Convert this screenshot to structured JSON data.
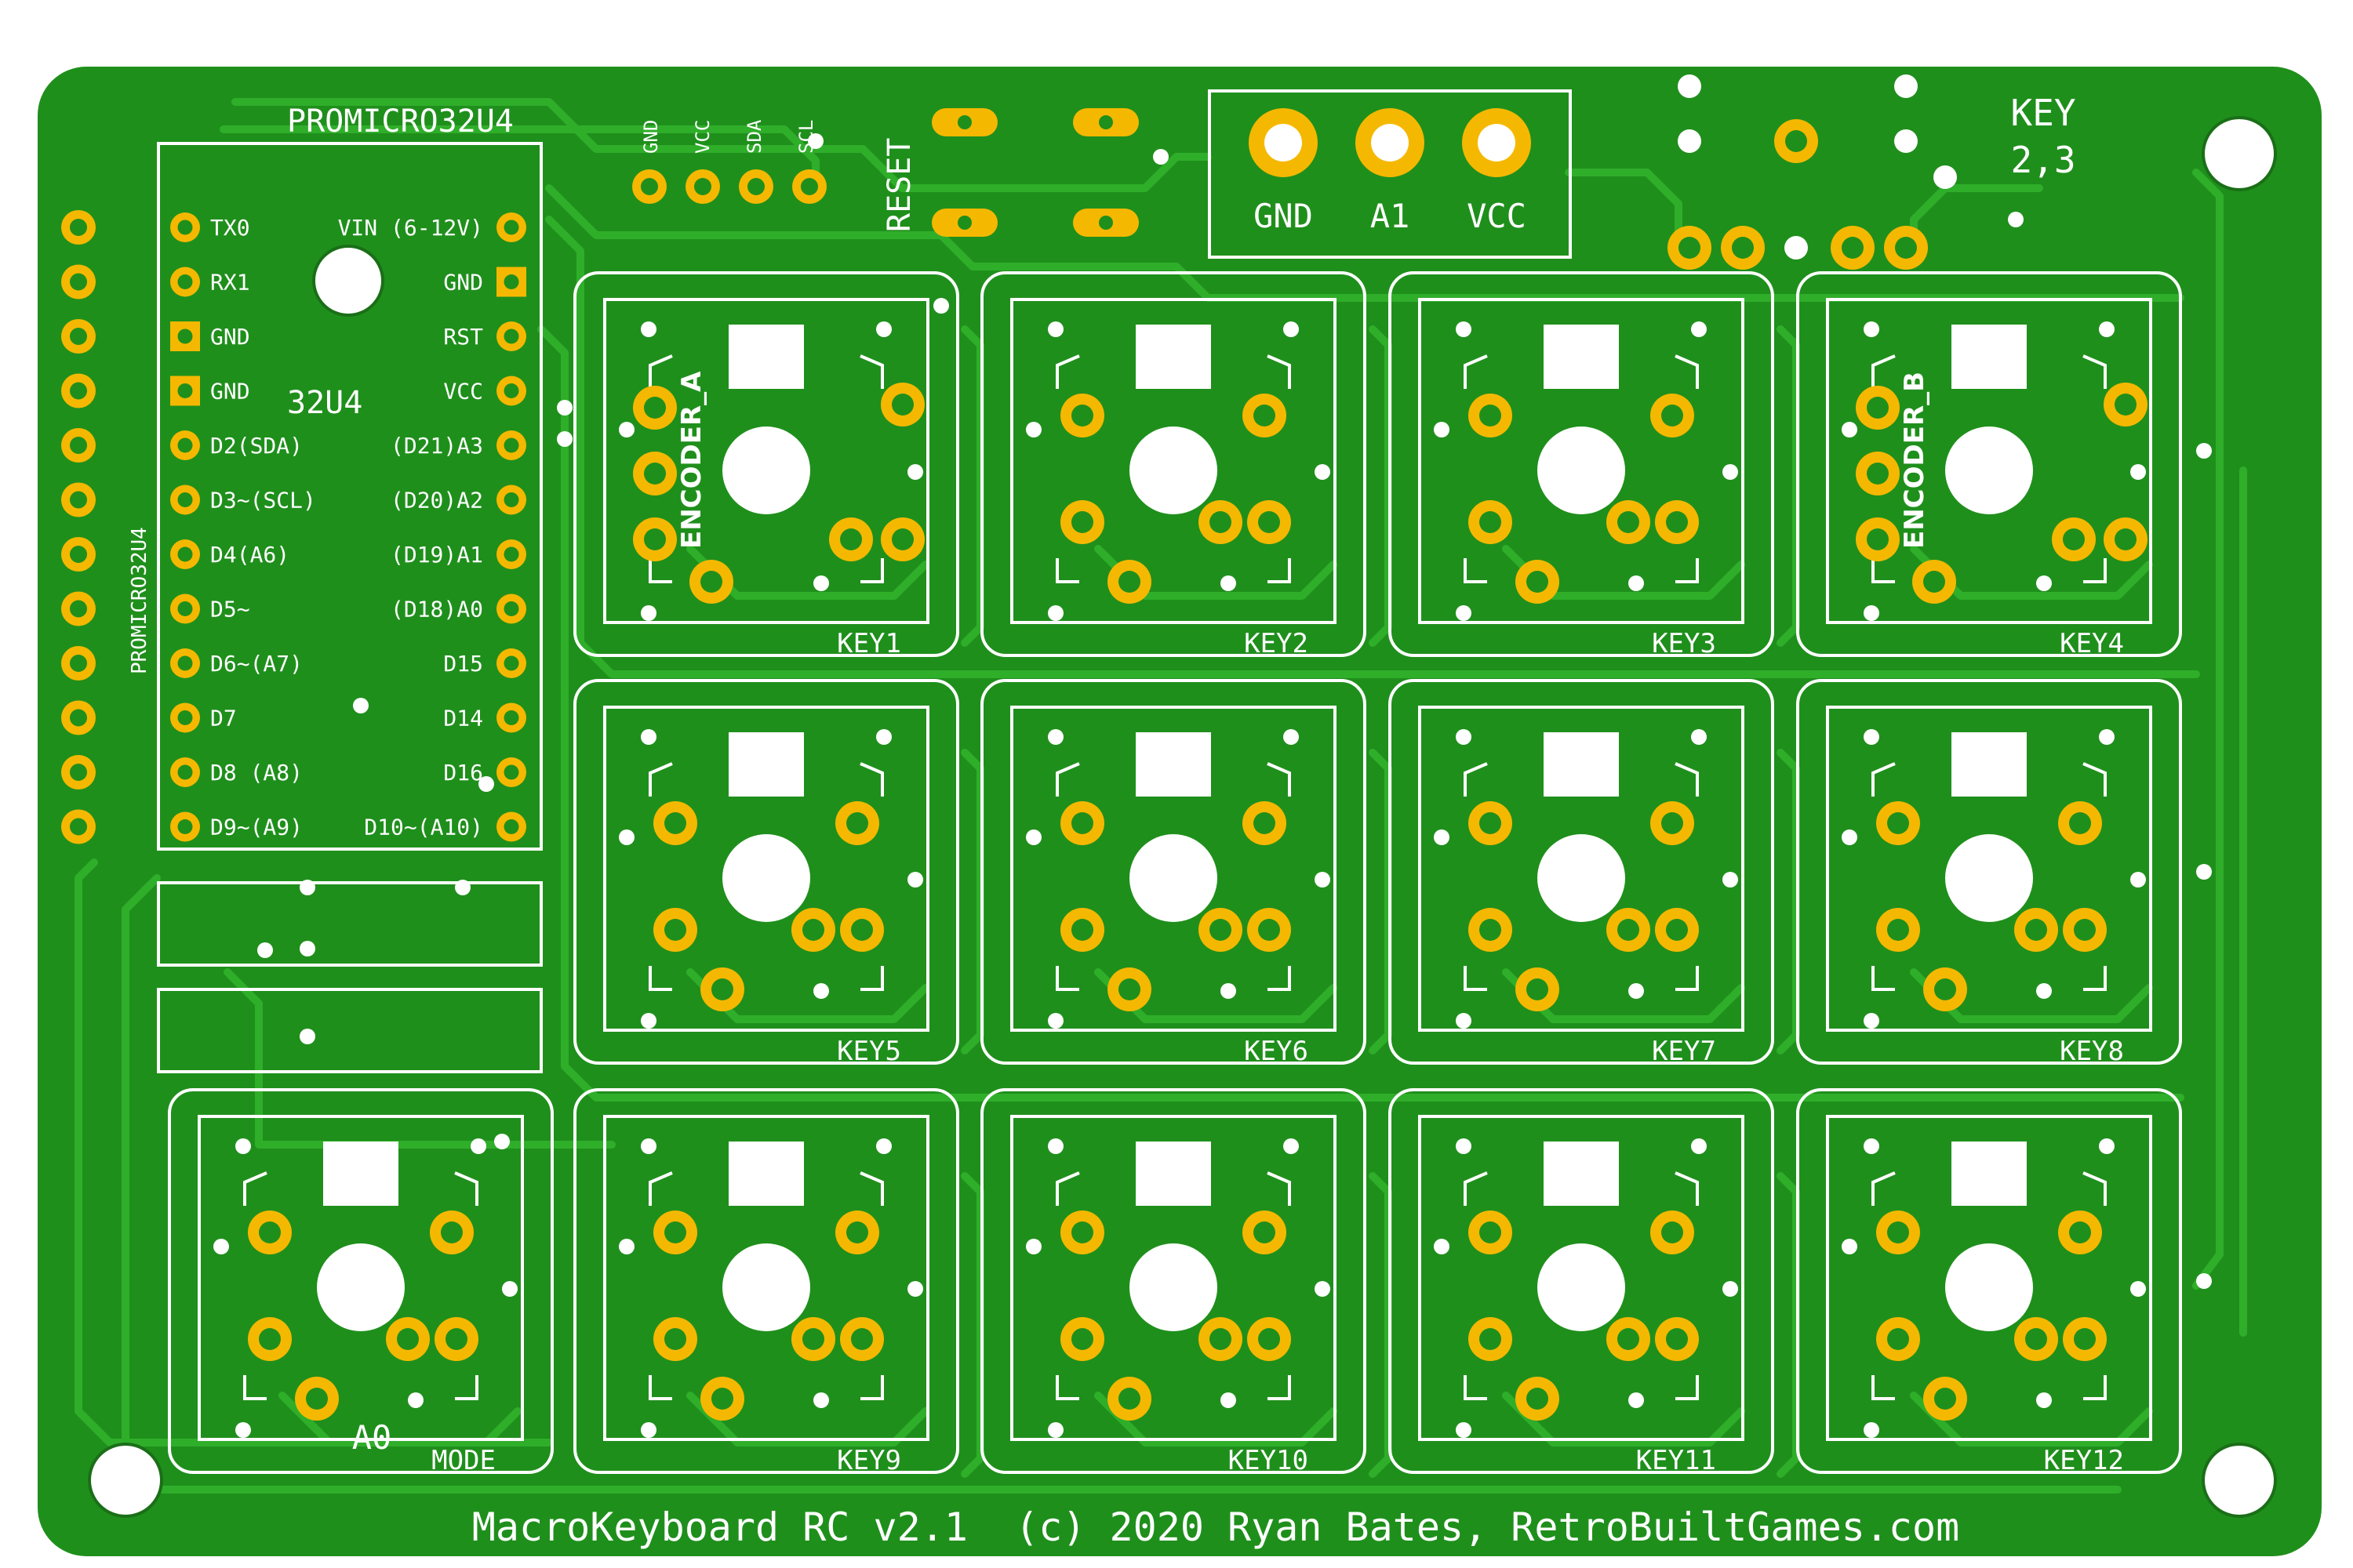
{
  "board": {
    "colors": {
      "pcb": "#1f8f1c",
      "trace": "#2fae2a",
      "silk": "#ffffff",
      "pad": "#f5b800",
      "hole": "#ffffff"
    },
    "footer": "MacroKeyboard RC v2.1  (c) 2020 Ryan Bates, RetroBuiltGames.com"
  },
  "mcu": {
    "title": "PROMICRO32U4",
    "side_label": "PROMICRO32U4",
    "chip_label": "32U4",
    "left_pins": [
      "TX0",
      "RX1",
      "GND",
      "GND",
      "D2(SDA)",
      "D3~(SCL)",
      "D4(A6)",
      "D5~",
      "D6~(A7)",
      "D7",
      "D8 (A8)",
      "D9~(A9)"
    ],
    "right_pins": [
      "VIN (6-12V)",
      "GND",
      "RST",
      "VCC",
      "(D21)A3",
      "(D20)A2",
      "(D19)A1",
      "(D18)A0",
      "D15",
      "D14",
      "D16",
      "D10~(A10)"
    ]
  },
  "i2c": {
    "labels": [
      "GND",
      "VCC",
      "SDA",
      "SCL"
    ]
  },
  "reset_label": "RESET",
  "pot": {
    "labels": [
      "GND",
      "A1",
      "VCC"
    ]
  },
  "key23": {
    "label_line1": "KEY",
    "label_line2": "2,3"
  },
  "keys": [
    {
      "label": "KEY1",
      "encoder": "ENCODER_A"
    },
    {
      "label": "KEY2"
    },
    {
      "label": "KEY3"
    },
    {
      "label": "KEY4",
      "encoder": "ENCODER_B"
    },
    {
      "label": "KEY5"
    },
    {
      "label": "KEY6"
    },
    {
      "label": "KEY7"
    },
    {
      "label": "KEY8"
    },
    {
      "label": "MODE",
      "extra": "A0"
    },
    {
      "label": "KEY9"
    },
    {
      "label": "KEY10"
    },
    {
      "label": "KEY11"
    },
    {
      "label": "KEY12"
    }
  ]
}
